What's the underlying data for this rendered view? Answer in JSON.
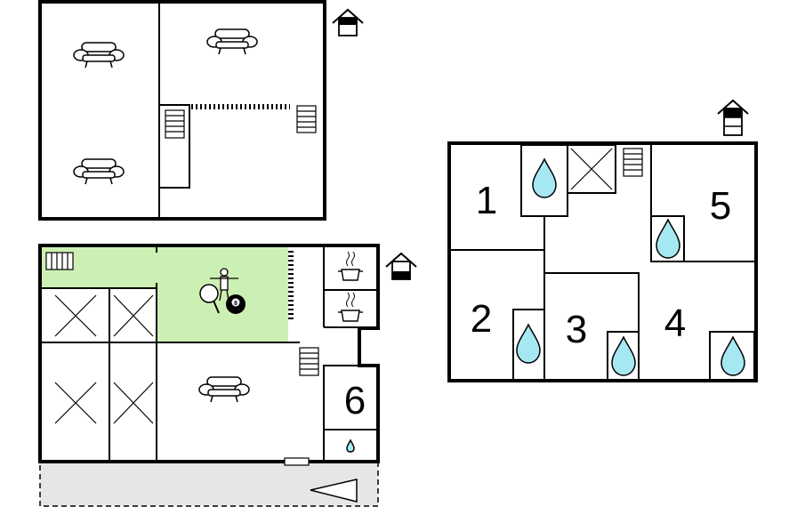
{
  "floorplan": {
    "level_1_floor": {
      "rooms": [
        {
          "id": "bedroom-1",
          "label": "1",
          "icon": "bathroom-drop-icon"
        },
        {
          "id": "bedroom-2",
          "label": "2",
          "icon": "bathroom-drop-icon"
        },
        {
          "id": "bedroom-3",
          "label": "3",
          "icon": "bathroom-drop-icon"
        },
        {
          "id": "bedroom-4",
          "label": "4",
          "icon": "bathroom-drop-icon"
        },
        {
          "id": "bedroom-5",
          "label": "5",
          "icon": "bathroom-drop-icon"
        }
      ],
      "level_icon": "house-level-upper-icon"
    },
    "ground_floor": {
      "bedroom_label": "6",
      "billiard_ball_label": "8",
      "level_icon": "house-level-ground-icon",
      "highlight_color": "#ccf0b4",
      "terrace_color": "#e6e6e6"
    },
    "annex_floor": {
      "level_icon": "house-level-top-icon"
    },
    "drop_color": "#a6e8f2"
  }
}
